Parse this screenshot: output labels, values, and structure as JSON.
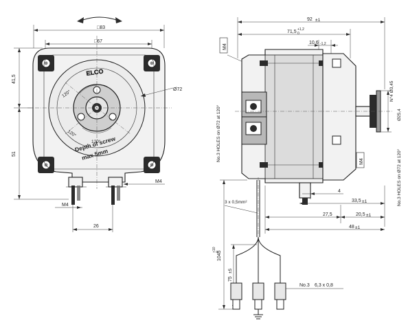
{
  "drawing": {
    "front_view": {
      "width_outer": "□83",
      "width_flange": "□67",
      "height_upper": "41,5",
      "height_lower": "51",
      "hub_diameter": "Ø72",
      "angle_a": "120°",
      "angle_b": "120°",
      "angle_c": "120°",
      "logo_text": "ELCO",
      "note_line1": "Depth of screw",
      "note_line2": "max 5mm",
      "terminal_thread_left": "M4",
      "terminal_thread_right": "M4",
      "terminal_spacing": "26"
    },
    "side_view": {
      "overall_length": "92",
      "overall_length_tol": "±1",
      "body_length": "71,5",
      "body_length_tol_upper": "+1,2",
      "body_length_tol_lower": "0",
      "bracket_offset": "10,6",
      "bracket_offset_tol": "-1,2",
      "thread_top": "M4",
      "thread_bottom": "M4",
      "holes_left": "No.3 HOLES on Ø72 at 120°",
      "holes_right": "No.3 HOLES on Ø72 at 120°",
      "flange_holes": "N°4 Ø3,45",
      "shaft_flange_dia": "Ø25,4",
      "dim_4": "4",
      "dim_33_5": "33,5",
      "dim_33_5_tol": "±1",
      "dim_27_5": "27,5",
      "dim_20_5": "20,5",
      "dim_20_5_tol": "±1",
      "dim_48": "48",
      "dim_48_tol": "±1",
      "cable_spec": "3 x 0,5mm²",
      "cable_length": "1045",
      "cable_length_tol_upper": "+10",
      "cable_length_tol_lower": "0",
      "lead_length": "75",
      "lead_length_tol": "±5",
      "connector_spec_count": "No.3",
      "connector_spec_size": "6,3 x 0,8"
    }
  }
}
